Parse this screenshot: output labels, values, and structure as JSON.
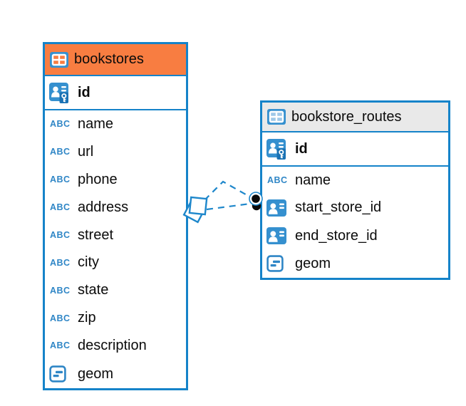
{
  "canvas": {
    "background": "#FFFFFF"
  },
  "icons": {
    "text_type_glyph": "ABC"
  },
  "colors": {
    "table_border_blue": "#1583C9",
    "icon_blue": "#3590CF",
    "selected_header_orange": "#F87D41",
    "header_gray": "#E9E9E9",
    "relation_blue": "#1E87CB",
    "text_color": "#0B0B0B"
  },
  "tables": [
    {
      "name": "bookstores",
      "selected": true,
      "columns": [
        {
          "name": "id",
          "type": "primary-key"
        },
        {
          "name": "name",
          "type": "text"
        },
        {
          "name": "url",
          "type": "text"
        },
        {
          "name": "phone",
          "type": "text"
        },
        {
          "name": "address",
          "type": "text"
        },
        {
          "name": "street",
          "type": "text"
        },
        {
          "name": "city",
          "type": "text"
        },
        {
          "name": "state",
          "type": "text"
        },
        {
          "name": "zip",
          "type": "text"
        },
        {
          "name": "description",
          "type": "text"
        },
        {
          "name": "geom",
          "type": "geometry"
        }
      ]
    },
    {
      "name": "bookstore_routes",
      "selected": false,
      "columns": [
        {
          "name": "id",
          "type": "primary-key"
        },
        {
          "name": "name",
          "type": "text"
        },
        {
          "name": "start_store_id",
          "type": "foreign-key"
        },
        {
          "name": "end_store_id",
          "type": "foreign-key"
        },
        {
          "name": "geom",
          "type": "geometry"
        }
      ]
    }
  ],
  "relations": [
    {
      "from": "bookstores",
      "to": "bookstore_routes",
      "style": "dashed"
    },
    {
      "from": "bookstores",
      "to": "bookstore_routes",
      "style": "dashed"
    }
  ]
}
